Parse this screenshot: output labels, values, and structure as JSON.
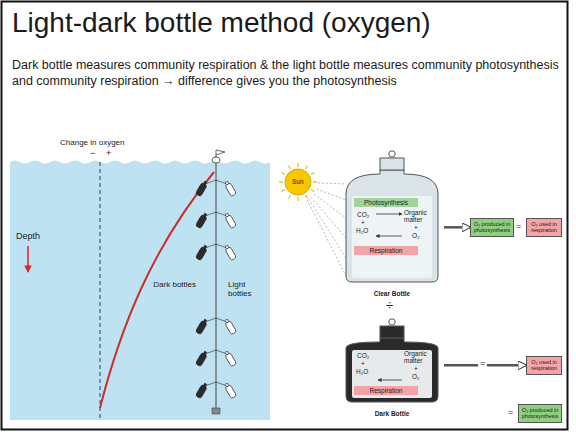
{
  "diagram": {
    "title": "Light-dark bottle method (oxygen)",
    "nodes": [
      {
        "text": [
          "Clear Bottle"
        ]
      },
      {
        "text": [
          "Photosynthesis"
        ],
        "in": 0
      },
      {
        "text": [
          "Respiration"
        ],
        "in": 0
      },
      {
        "text": [
          "O₂ produced in photosynthesis"
        ]
      },
      {
        "text": [
          "O₂ used in respiration"
        ]
      },
      {
        "text": [
          "Dark Bottle"
        ]
      },
      {
        "text": [
          "Respiration"
        ],
        "in": 5
      },
      {
        "text": [
          "O₂ used in respiration"
        ]
      },
      {
        "text": [
          "O₂ produced in photosynthesis"
        ]
      }
    ],
    "edges": [
      {
        "from": 0,
        "to": 3,
        "arrow": "to"
      },
      {
        "from": 5,
        "to": 7,
        "arrow": "to"
      }
    ],
    "labels": [
      "Dark bottle measures community respiration & the light bottle measures community photosynthesis and community respiration → difference gives you the photosynthesis",
      "Change in oxygen",
      "−",
      "+",
      "Depth",
      "Dark bottles",
      "Light bottles",
      "Sun",
      "CO₂",
      "+",
      "H₂O",
      "Organic matter",
      "+",
      "O₂",
      "=",
      "÷",
      "CO₂",
      "+",
      "H₂O",
      "Organic matter",
      "+",
      "O₂",
      "=",
      "="
    ]
  }
}
